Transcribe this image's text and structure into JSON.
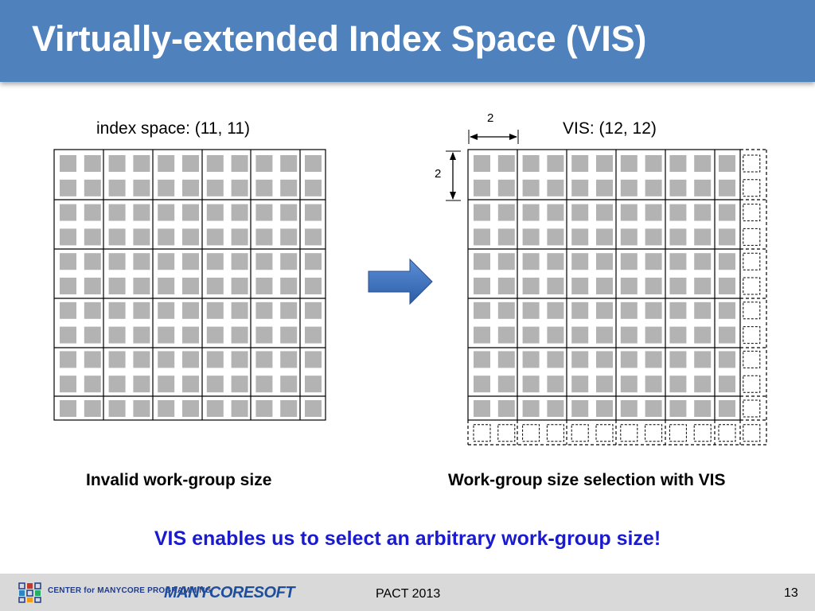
{
  "slide": {
    "title": "Virtually-extended Index Space (VIS)",
    "left": {
      "label": "index space: (11, 11)",
      "caption": "Invalid work-group size"
    },
    "right": {
      "label": "VIS: (12, 12)",
      "caption": "Work-group size selection with VIS",
      "dim_width": "2",
      "dim_height": "2"
    },
    "tagline": "VIS enables us to select an arbitrary work-group size!",
    "colors": {
      "title_bar": "#4f81bd",
      "tagline": "#1a1ad0",
      "cell_fill": "#b3b3b3",
      "arrow": "#3a6fc0"
    }
  },
  "footer": {
    "conference": "PACT 2013",
    "page_number": "13",
    "logo_text": "CENTER for MANYCORE PROGRAMMING",
    "logo2_text": "MANYCORESOFT"
  }
}
